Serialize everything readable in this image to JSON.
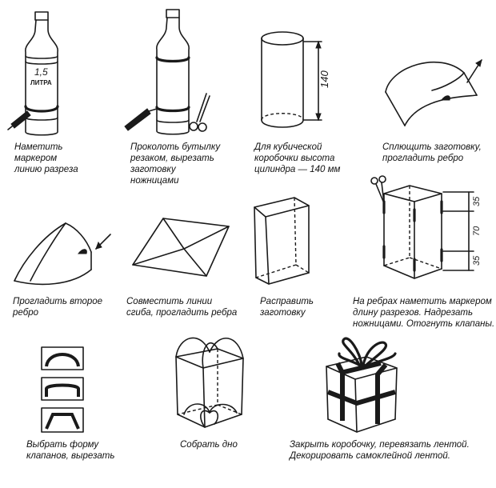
{
  "steps": [
    {
      "caption": [
        "Наметить",
        "маркером",
        "линию разреза"
      ]
    },
    {
      "caption": [
        "Проколоть бутылку",
        "резаком, вырезать",
        "заготовку",
        "ножницами"
      ]
    },
    {
      "caption": [
        "Для кубической",
        "коробочки высота",
        "цилиндра — 140 мм"
      ]
    },
    {
      "caption": [
        "Сплющить заготовку,",
        "прогладить ребро"
      ]
    },
    {
      "caption": [
        "Прогладить второе",
        "ребро"
      ]
    },
    {
      "caption": [
        "Совместить линии",
        "сгиба, прогладить ребра"
      ]
    },
    {
      "caption": [
        "Расправить",
        "заготовку"
      ]
    },
    {
      "caption": [
        "На ребрах наметить маркером",
        "длину разрезов. Надрезать",
        "ножницами. Отогнуть клапаны."
      ]
    },
    {
      "caption": [
        "Выбрать форму",
        "клапанов, вырезать"
      ]
    },
    {
      "caption": [
        "Собрать дно"
      ]
    },
    {
      "caption": [
        "Закрыть коробочку, перевязать лентой.",
        "Декорировать самоклейной лентой."
      ]
    }
  ],
  "labels": {
    "bottle_volume": "1,5",
    "bottle_unit": "ЛИТРА",
    "height_dim": "140",
    "dim_top": "35",
    "dim_mid": "70",
    "dim_bottom": "35"
  }
}
